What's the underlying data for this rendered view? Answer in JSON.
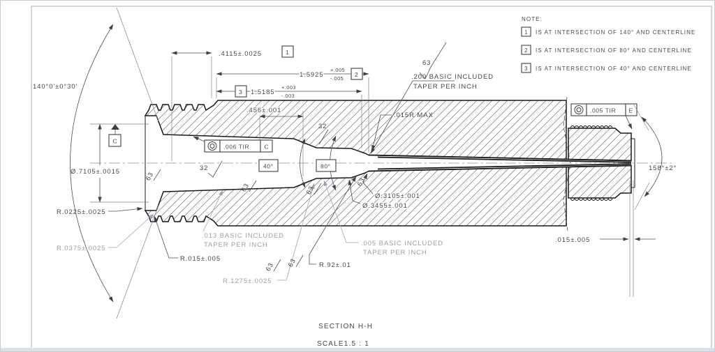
{
  "sheet": {
    "section_label": "SECTION H-H",
    "scale_label": "SCALE1.5 : 1"
  },
  "notes": {
    "heading": "NOTE:",
    "items": [
      {
        "flag": "1",
        "text": "IS AT INTERSECTION OF 140° AND CENTERLINE"
      },
      {
        "flag": "2",
        "text": "IS AT INTERSECTION OF 80° AND CENTERLINE"
      },
      {
        "flag": "3",
        "text": "IS AT INTERSECTION OF 40° AND CENTERLINE"
      }
    ]
  },
  "dims": {
    "top1": {
      "value": ".4115±.0025",
      "flag": "1"
    },
    "top2": {
      "value": "1.5925",
      "plus": "+.005",
      "minus": "-.005",
      "flag": "2"
    },
    "top3": {
      "value": "1.5185",
      "plus": "+.003",
      "minus": "-.003",
      "flag": "3"
    },
    "len_456": ".456±.001",
    "angle_140": "140°0'±0°30'",
    "angle_158": "158°±2°",
    "angle_40": "40°",
    "angle_80": "80°",
    "dia_7105": "Ø.7105±.0015",
    "dia_3105": "Ø.3105±.001",
    "dia_3455": "Ø.3455±.001",
    "r_0225": "R.0225±.0025",
    "r_0375": "R.0375±.0025",
    "r_015": "R.015±.005",
    "r_1275": "R.1275±.0025",
    "r_92": "R.92±.01",
    "step_015": ".015±.005",
    "r_015r_max": ".015R MAX",
    "taper_200_l1": ".200 BASIC INCLUDED",
    "taper_013_l1": ".013 BASIC INCLUDED",
    "taper_005_l1": ".005 BASIC INCLUDED",
    "taper_l2": "TAPER PER INCH"
  },
  "fcf": {
    "left": {
      "value": ".006 TIR",
      "datum": "C"
    },
    "right": {
      "value": ".005 TIR",
      "datum": "E"
    }
  },
  "datum": {
    "c": "C"
  },
  "finish": {
    "f32": "32",
    "f63": "63"
  },
  "colors": {
    "line": "#17181a",
    "dim": "#4a4f56",
    "muted": "#9aa0aa",
    "sheet_border": "#aab0ba"
  }
}
